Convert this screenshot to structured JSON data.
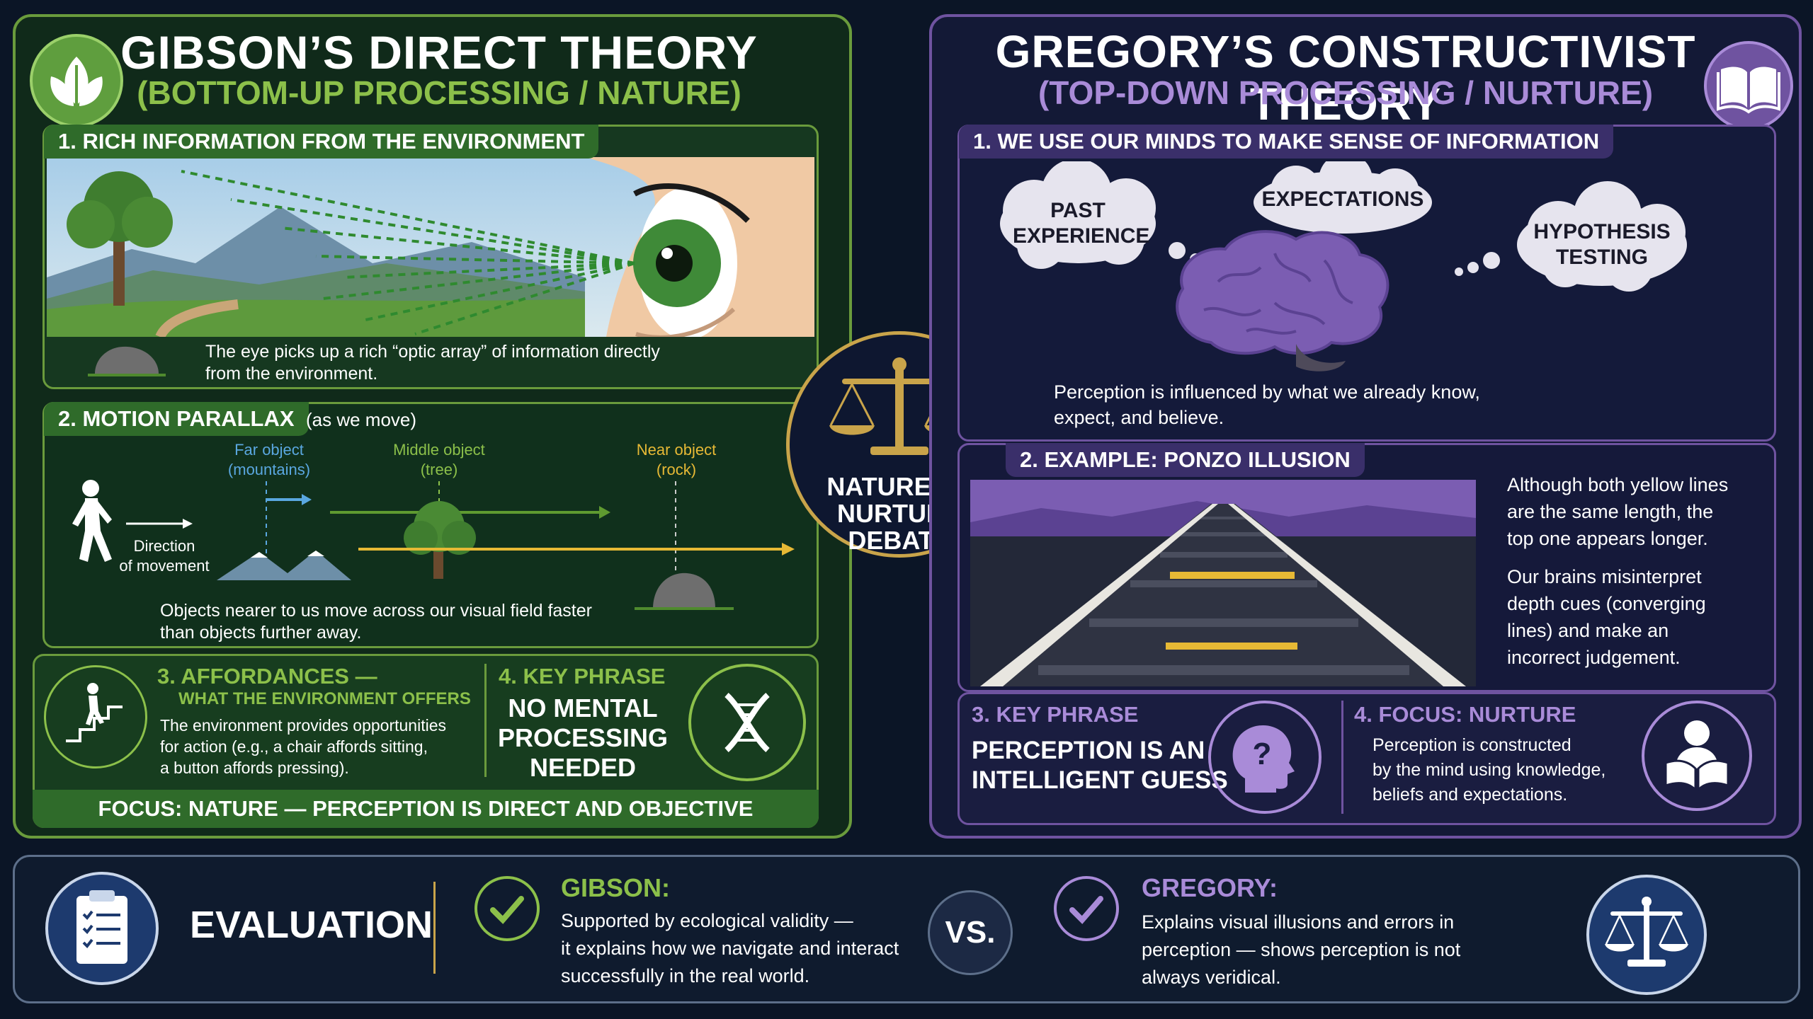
{
  "left": {
    "title": "GIBSON’S DIRECT THEORY",
    "subtitle": "(BOTTOM-UP PROCESSING / NATURE)",
    "icon": "leaf-icon",
    "s1": {
      "title": "1. RICH INFORMATION FROM THE ENVIRONMENT",
      "caption_l1": "The eye picks up a rich “optic array” of information directly",
      "caption_l2": "from the environment."
    },
    "s2": {
      "title": "2. MOTION PARALLAX",
      "title_note": "(as we move)",
      "far_l1": "Far object",
      "far_l2": "(mountains)",
      "middle_l1": "Middle object",
      "middle_l2": "(tree)",
      "near_l1": "Near object",
      "near_l2": "(rock)",
      "dir_l1": "Direction",
      "dir_l2": "of movement",
      "caption_l1": "Objects nearer to us move across our visual field faster",
      "caption_l2": "than objects further away."
    },
    "s3": {
      "title_l1": "3. AFFORDANCES —",
      "title_l2": "WHAT THE ENVIRONMENT OFFERS",
      "body_l1": "The environment provides opportunities",
      "body_l2": "for action (e.g., a chair affords sitting,",
      "body_l3": "a button affords pressing)."
    },
    "s4": {
      "title": "4. KEY PHRASE",
      "p_l1": "NO MENTAL",
      "p_l2": "PROCESSING",
      "p_l3": "NEEDED"
    },
    "focus": "FOCUS: NATURE — PERCEPTION IS DIRECT AND OBJECTIVE"
  },
  "center": {
    "l1": "NATURE VS",
    "l2": "NURTURE",
    "l3": "DEBATE",
    "icon": "scales-icon"
  },
  "right": {
    "title": "GREGORY’S CONSTRUCTIVIST THEORY",
    "subtitle": "(TOP-DOWN PROCESSING / NURTURE)",
    "icon": "book-icon",
    "s1": {
      "title": "1. WE USE OUR MINDS TO MAKE SENSE OF INFORMATION",
      "cloud1_l1": "PAST",
      "cloud1_l2": "EXPERIENCE",
      "cloud2": "EXPECTATIONS",
      "cloud3_l1": "HYPOTHESIS",
      "cloud3_l2": "TESTING",
      "caption_l1": "Perception is influenced by what we already know,",
      "caption_l2": "expect, and believe."
    },
    "s2": {
      "title": "2. EXAMPLE: PONZO ILLUSION",
      "p1_l1": "Although both yellow lines",
      "p1_l2": "are the same length, the",
      "p1_l3": "top one appears longer.",
      "p2_l1": "Our brains misinterpret",
      "p2_l2": "depth cues (converging",
      "p2_l3": "lines) and make an",
      "p2_l4": "incorrect judgement."
    },
    "s3": {
      "title": "3. KEY PHRASE",
      "p_l1": "PERCEPTION IS AN",
      "p_l2": "INTELLIGENT GUESS"
    },
    "s4": {
      "title": "4. FOCUS: NURTURE",
      "body_l1": "Perception is constructed",
      "body_l2": "by the mind using knowledge,",
      "body_l3": "beliefs and expectations."
    }
  },
  "evaluation": {
    "label": "EVALUATION",
    "gibson_title": "GIBSON:",
    "gibson_l1": "Supported by ecological validity —",
    "gibson_l2": "it explains how we navigate and interact",
    "gibson_l3": "successfully in the real world.",
    "vs": "VS.",
    "gregory_title": "GREGORY:",
    "gregory_l1": "Explains visual illusions and errors in",
    "gregory_l2": "perception — shows perception is not",
    "gregory_l3": "always veridical."
  },
  "colors": {
    "green": "#8cc04a",
    "purple": "#a98bd8",
    "gold": "#c9a44a",
    "yellow": "#e7b935",
    "blue": "#5aa7e0"
  }
}
